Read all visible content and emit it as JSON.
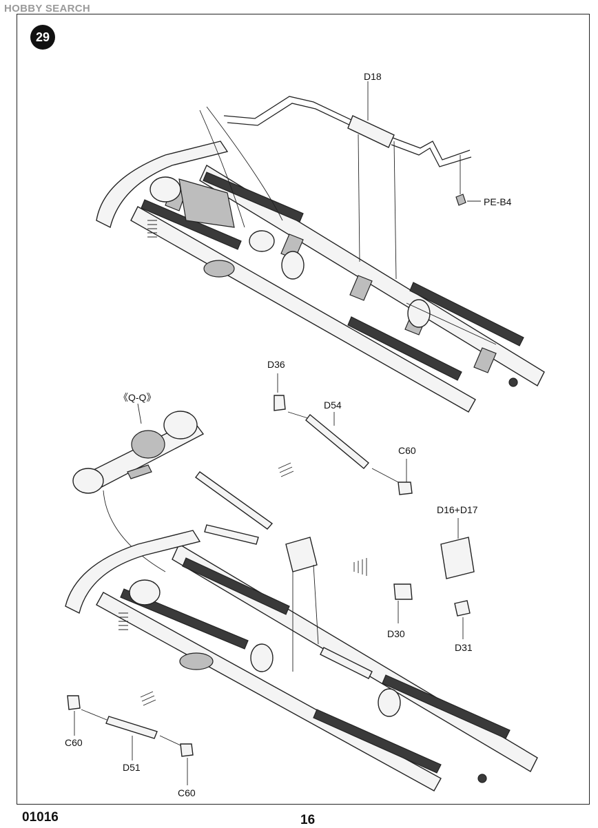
{
  "watermark": "HOBBY SEARCH",
  "step_number": "29",
  "callouts": {
    "d18": "D18",
    "pe_b4": "PE-B4",
    "d36": "D36",
    "q_q": "《Q-Q》",
    "d54": "D54",
    "c60_right": "C60",
    "d16_d17": "D16+D17",
    "d30": "D30",
    "d31": "D31",
    "c60_left": "C60",
    "d51": "D51",
    "c60_bottom": "C60"
  },
  "footer": {
    "product_code": "01016",
    "page_number": "16"
  }
}
